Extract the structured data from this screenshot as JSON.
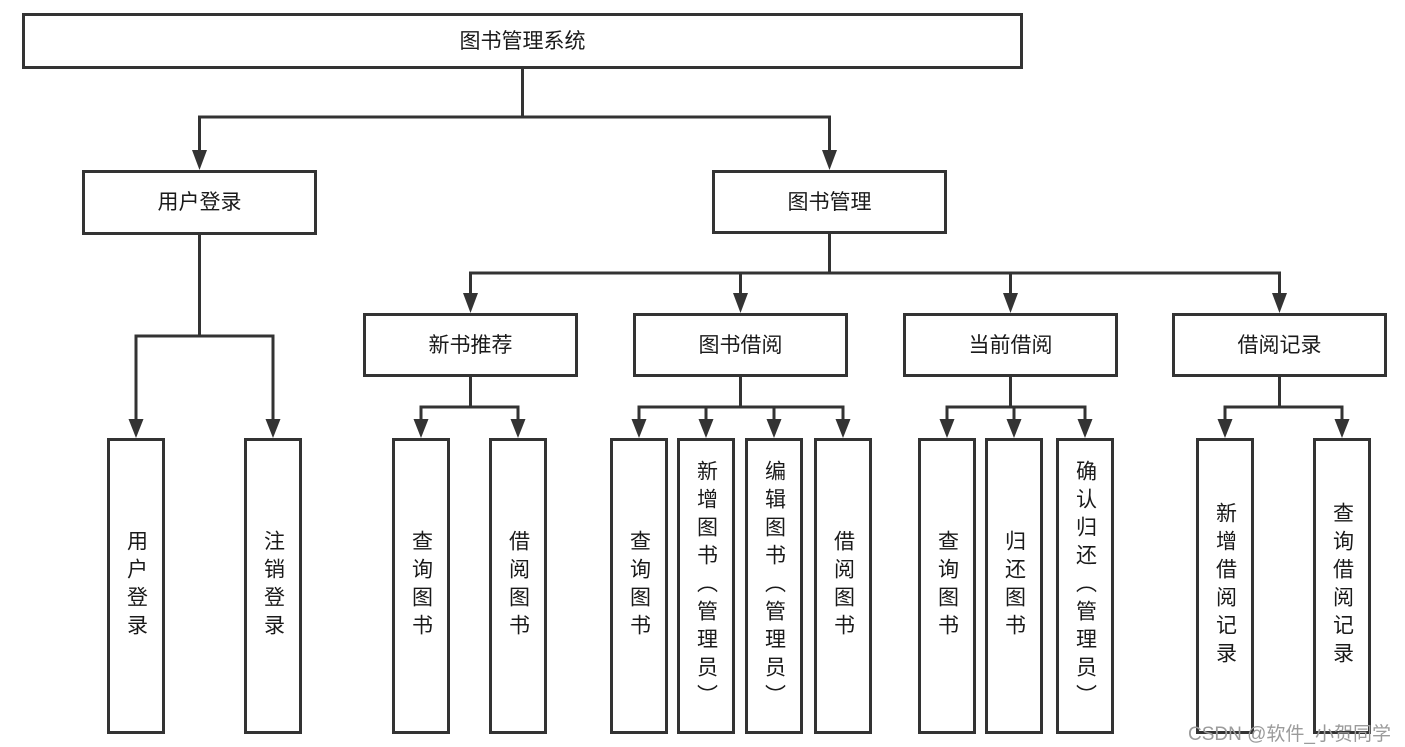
{
  "diagram": {
    "root": {
      "label": "图书管理系统"
    },
    "level2": [
      {
        "label": "用户登录",
        "children": [
          "用户登录",
          "注销登录"
        ]
      },
      {
        "label": "图书管理"
      }
    ],
    "modules": [
      {
        "label": "新书推荐",
        "children": [
          "查询图书",
          "借阅图书"
        ]
      },
      {
        "label": "图书借阅",
        "children": [
          "查询图书",
          "新增图书（管理员）",
          "编辑图书（管理员）",
          "借阅图书"
        ]
      },
      {
        "label": "当前借阅",
        "children": [
          "查询图书",
          "归还图书",
          "确认归还（管理员）"
        ]
      },
      {
        "label": "借阅记录",
        "children": [
          "新增借阅记录",
          "查询借阅记录"
        ]
      }
    ]
  },
  "watermark": {
    "text": "CSDN @软件_小贺同学"
  },
  "colors": {
    "line": "#333333",
    "box_border": "#333333",
    "box_fill": "#ffffff",
    "text": "#1a1a1a",
    "watermark": "#9b9b9b",
    "background": "#ffffff"
  }
}
